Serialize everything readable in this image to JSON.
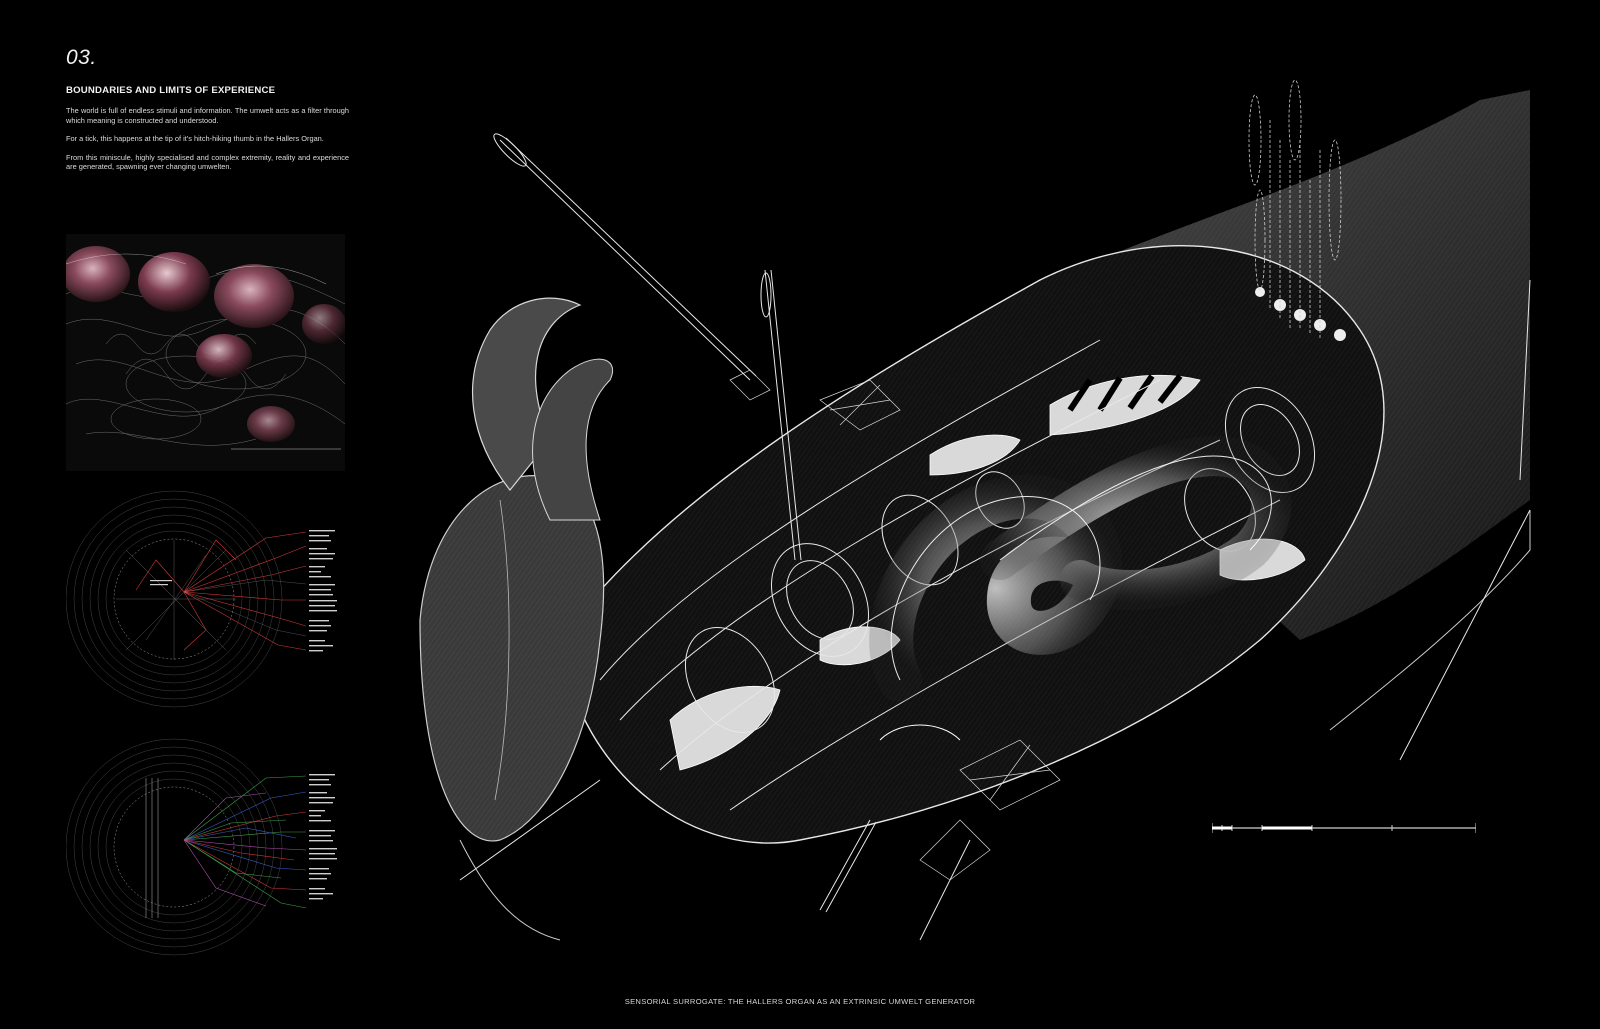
{
  "section": {
    "number": "03.",
    "heading": "BOUNDARIES AND LIMITS OF EXPERIENCE"
  },
  "intro": {
    "paragraphs": [
      "The world is full of endless stimuli and information. The umwelt acts as a filter through which meaning is constructed and understood.",
      "For a tick, this happens at the tip of it’s hitch-hiking thumb in the Hallers Organ.",
      "From this miniscule, highly specialised and complex extremity, reality and experience are generated, spawning ever changing umwelten."
    ]
  },
  "colors": {
    "background": "#000000",
    "linework": "#e8e8e8",
    "diagram_red": "#d23a3a",
    "diagram_green": "#3fa04a",
    "diagram_blue": "#3b5fd0",
    "diagram_magenta": "#b04fb0",
    "thumbnail_flesh": "#8a4a5e"
  },
  "caption": "SENSORIAL SURROGATE: THE HALLERS ORGAN AS AN EXTRINSIC UMWELT GENERATOR"
}
